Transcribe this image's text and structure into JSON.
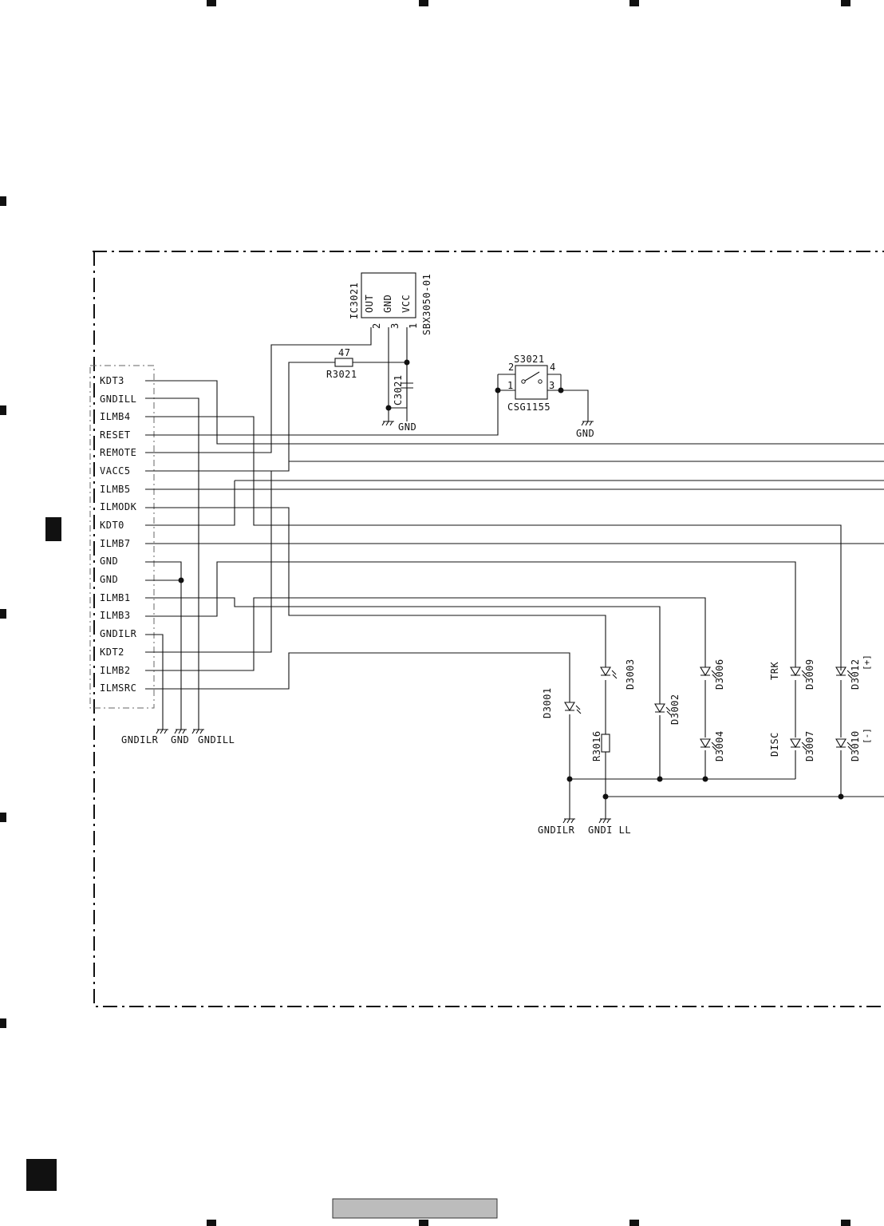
{
  "connector": {
    "pins": [
      "KDT3",
      "GNDILL",
      "ILMB4",
      "RESET",
      "REMOTE",
      "VACC5",
      "ILMB5",
      "ILMODK",
      "KDT0",
      "ILMB7",
      "GND",
      "GND",
      "ILMB1",
      "ILMB3",
      "GNDILR",
      "KDT2",
      "ILMB2",
      "ILMSRC"
    ]
  },
  "ic": {
    "ref": "IC3021",
    "part": "SBX3050-01",
    "pin_out": "OUT",
    "pin_gnd": "GND",
    "pin_vcc": "VCC",
    "num_out": "2",
    "num_gnd": "3",
    "num_vcc": "1"
  },
  "resistor_r3021": {
    "value": "47",
    "ref": "R3021"
  },
  "capacitor": {
    "ref": "C3021"
  },
  "switch": {
    "ref": "S3021",
    "part": "CSG1155",
    "pin1": "1",
    "pin2": "2",
    "pin3": "3",
    "pin4": "4"
  },
  "grounds": {
    "ic_gnd": "GND",
    "switch_gnd": "GND",
    "bottom_left": [
      "GNDILR",
      "GND",
      "GNDILL"
    ],
    "bottom_mid_left": "GNDILR",
    "bottom_mid_right": "GNDI  LL"
  },
  "diodes": [
    "D3001",
    "D3002",
    "D3003",
    "D3004",
    "D3006",
    "D3007",
    "D3009",
    "D3010",
    "D3012"
  ],
  "resistor_r3016": {
    "ref": "R3016"
  },
  "indicators": {
    "trk": "TRK",
    "disc": "DISC",
    "plus": "[+]",
    "minus": "[-]"
  }
}
